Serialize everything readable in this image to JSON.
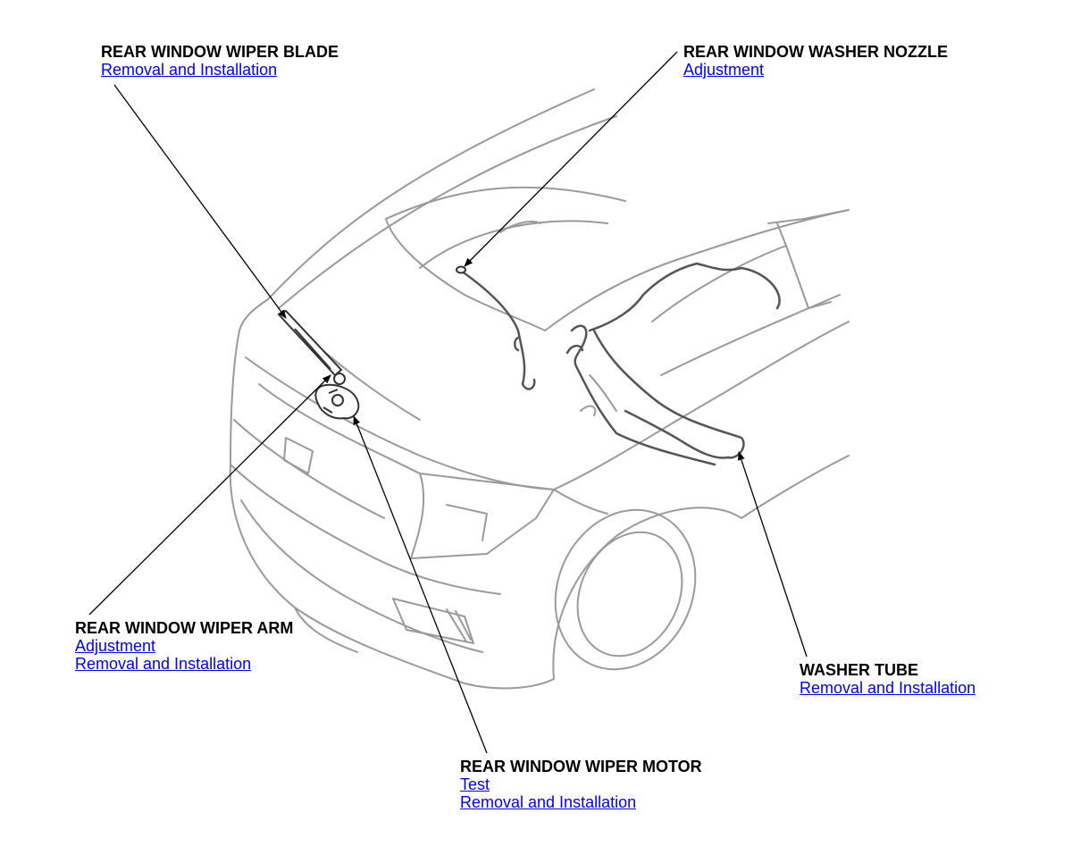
{
  "callouts": {
    "blade": {
      "title": "REAR WINDOW WIPER BLADE",
      "links": [
        "Removal and Installation"
      ]
    },
    "nozzle": {
      "title": "REAR WINDOW WASHER NOZZLE",
      "links": [
        "Adjustment"
      ]
    },
    "arm": {
      "title": "REAR WINDOW WIPER ARM",
      "links": [
        "Adjustment",
        "Removal and Installation"
      ]
    },
    "tube": {
      "title": "WASHER TUBE",
      "links": [
        "Removal and Installation"
      ]
    },
    "motor": {
      "title": "REAR WINDOW WIPER MOTOR",
      "links": [
        "Test",
        "Removal and Installation"
      ]
    }
  },
  "colors": {
    "link": "#0000ee",
    "label": "#000000",
    "line_art": "#9a9a9a",
    "highlight_part": "#555555",
    "leader": "#000000"
  }
}
